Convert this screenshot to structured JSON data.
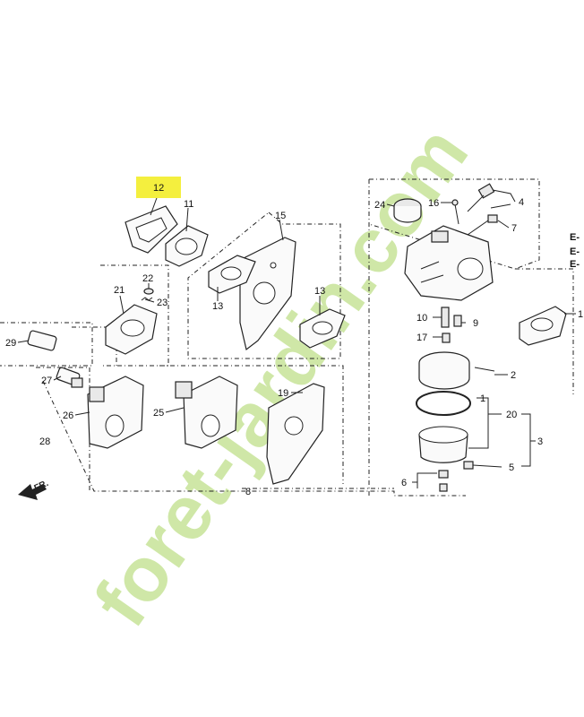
{
  "diagram": {
    "highlight_color": "#f4ef3e",
    "watermark_color": "#bfe08a",
    "watermark_accent_color": "#d8c7a6",
    "highlighted_part": "12",
    "part_labels": [
      "1",
      "2",
      "3",
      "4",
      "5",
      "6",
      "7",
      "8",
      "9",
      "10",
      "11",
      "12",
      "13",
      "13",
      "15",
      "16",
      "17",
      "19",
      "20",
      "21",
      "22",
      "23",
      "24",
      "25",
      "26",
      "27",
      "28",
      "29"
    ],
    "direction_label": "FR.",
    "side_labels": [
      "E-",
      "E-",
      "E-"
    ],
    "watermark_text": "foret-jardin.com"
  }
}
